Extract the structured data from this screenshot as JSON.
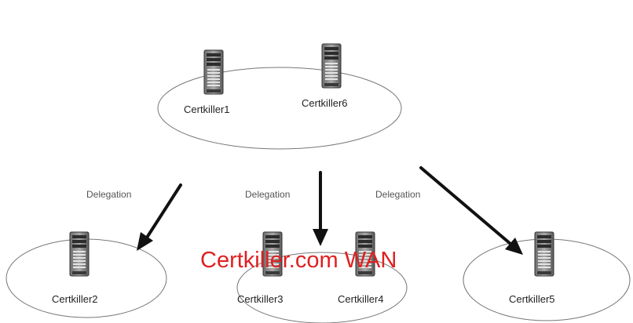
{
  "diagram": {
    "servers": {
      "certkiller1": "Certkiller1",
      "certkiller6": "Certkiller6",
      "certkiller2": "Certkiller2",
      "certkiller3": "Certkiller3",
      "certkiller4": "Certkiller4",
      "certkiller5": "Certkiller5"
    },
    "delegation_labels": {
      "left": "Delegation",
      "middle": "Delegation",
      "right": "Delegation"
    },
    "watermark": "Certkiller.com WAN",
    "colors": {
      "watermark": "#e02020",
      "arrow": "#111111",
      "zone_outline": "#777777"
    },
    "icons": [
      "server-tower-icon"
    ]
  }
}
